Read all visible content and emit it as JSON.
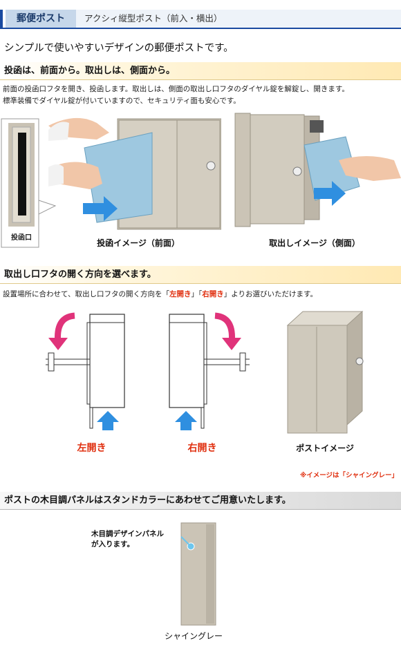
{
  "header": {
    "tab_label": "郵便ポスト",
    "product_name": "アクシィ縦型ポスト（前入・横出）"
  },
  "lead_text": "シンプルで使いやすいデザインの郵便ポストです。",
  "section1": {
    "title": "投函は、前面から。取出しは、側面から。",
    "line1": "前面の投函口フタを開き、投函します。取出しは、側面の取出し口フタのダイヤル錠を解錠し、開きます。",
    "line2": "標準装備でダイヤル錠が付いていますので、セキュリティ面も安心です。",
    "slot_label": "投函口",
    "caption_front": "投函イメージ（前面）",
    "caption_side": "取出しイメージ（側面）"
  },
  "section2": {
    "title": "取出し口フタの開く方向を選べます。",
    "text_prefix": "設置場所に合わせて、取出し口フタの開く方向を「",
    "left_open": "左開き",
    "text_mid": "」「",
    "right_open": "右開き",
    "text_suffix": "」よりお選びいただけます。",
    "label_left": "左開き",
    "label_right": "右開き",
    "post_image_caption": "ポストイメージ",
    "note": "※イメージは「シャイングレー」"
  },
  "section3": {
    "title": "ポストの木目調パネルはスタンドカラーにあわせてご用意いたします。",
    "panel_note_line1": "木目調デザインパネル",
    "panel_note_line2": "が入ります。",
    "color_caption": "シャイングレー"
  },
  "colors": {
    "accent_blue": "#1a4aa0",
    "highlight_red": "#e03010",
    "arrow_pink": "#e0337a",
    "arrow_blue": "#2f8fe0",
    "post_gray": "#cbc4b6"
  }
}
